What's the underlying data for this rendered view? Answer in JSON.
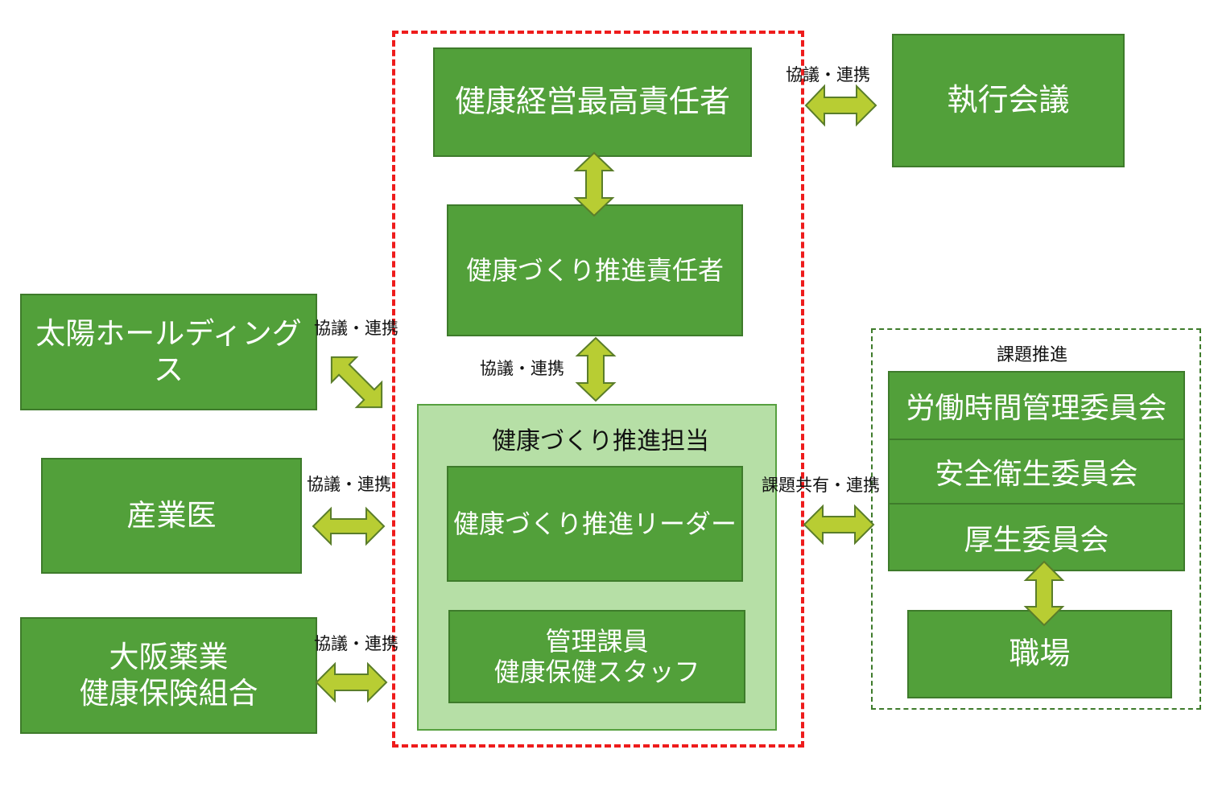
{
  "nodes": {
    "chief_officer": "健康経営最高責任者",
    "executive_meeting": "執行会議",
    "promotion_manager": "健康づくり推進責任者",
    "holdings": "太陽ホールディングス",
    "occupational_physician": "産業医",
    "insurance_line1": "大阪薬業",
    "insurance_line2": "健康保険組合",
    "promotion_staff_title": "健康づくり推進担当",
    "promotion_leader": "健康づくり推進リーダー",
    "staff_line1": "管理課員",
    "staff_line2": "健康保健スタッフ",
    "issue_promotion": "課題推進",
    "labor_hours_committee": "労働時間管理委員会",
    "safety_health_committee": "安全衛生委員会",
    "welfare_committee": "厚生委員会",
    "workplace": "職場"
  },
  "labels": {
    "consult_exec": "協議・連携",
    "consult_holdings": "協議・連携",
    "consult_manager": "協議・連携",
    "consult_physician": "協議・連携",
    "consult_insurance": "協議・連携",
    "share_issues": "課題共有・連携"
  },
  "colors": {
    "node_green": "#52a03a",
    "light_green": "#b6dfa6",
    "arrow_fill": "#b8cd33",
    "dashed_red": "#ee1c1c"
  }
}
